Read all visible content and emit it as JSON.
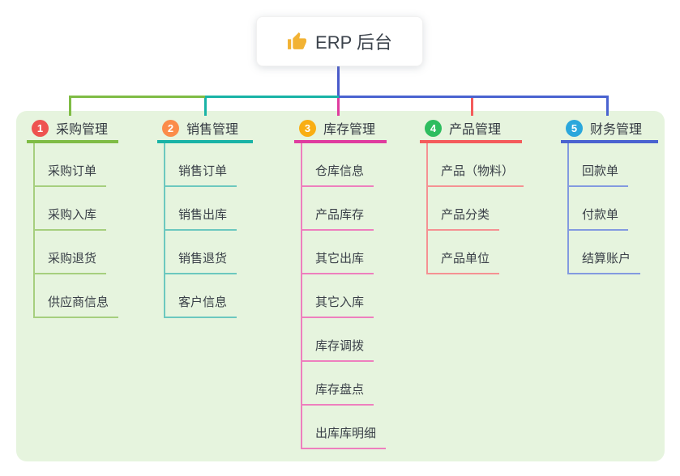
{
  "root": {
    "label": "ERP 后台",
    "icon": "thumbs-up"
  },
  "branches": [
    {
      "number": "1",
      "label": "采购管理",
      "badge_color": "#ee5350",
      "line_color": "#7fbc45",
      "child_line_color": "#a6cf7e",
      "children": [
        "采购订单",
        "采购入库",
        "采购退货",
        "供应商信息"
      ]
    },
    {
      "number": "2",
      "label": "销售管理",
      "badge_color": "#fb8c4a",
      "line_color": "#19b3a6",
      "child_line_color": "#6cc8bf",
      "children": [
        "销售订单",
        "销售出库",
        "销售退货",
        "客户信息"
      ]
    },
    {
      "number": "3",
      "label": "库存管理",
      "badge_color": "#f9ae13",
      "line_color": "#df3c9f",
      "child_line_color": "#ee7fbe",
      "children": [
        "仓库信息",
        "产品库存",
        "其它出库",
        "其它入库",
        "库存调拨",
        "库存盘点",
        "出库库明细"
      ]
    },
    {
      "number": "4",
      "label": "产品管理",
      "badge_color": "#2ebd5f",
      "line_color": "#f45b5b",
      "child_line_color": "#f59193",
      "children": [
        "产品（物料）",
        "产品分类",
        "产品单位"
      ]
    },
    {
      "number": "5",
      "label": "财务管理",
      "badge_color": "#2ba7dc",
      "line_color": "#4a63d0",
      "child_line_color": "#839ae0",
      "children": [
        "回款单",
        "付款单",
        "结算账户"
      ]
    }
  ],
  "colors": {
    "page_bg": "#ffffff",
    "panel_bg": "#e6f4de",
    "root_connector": "#4a5bcb",
    "root_bg": "#ffffff",
    "text": "#3a4048",
    "thumb_icon": "#f2b233"
  }
}
